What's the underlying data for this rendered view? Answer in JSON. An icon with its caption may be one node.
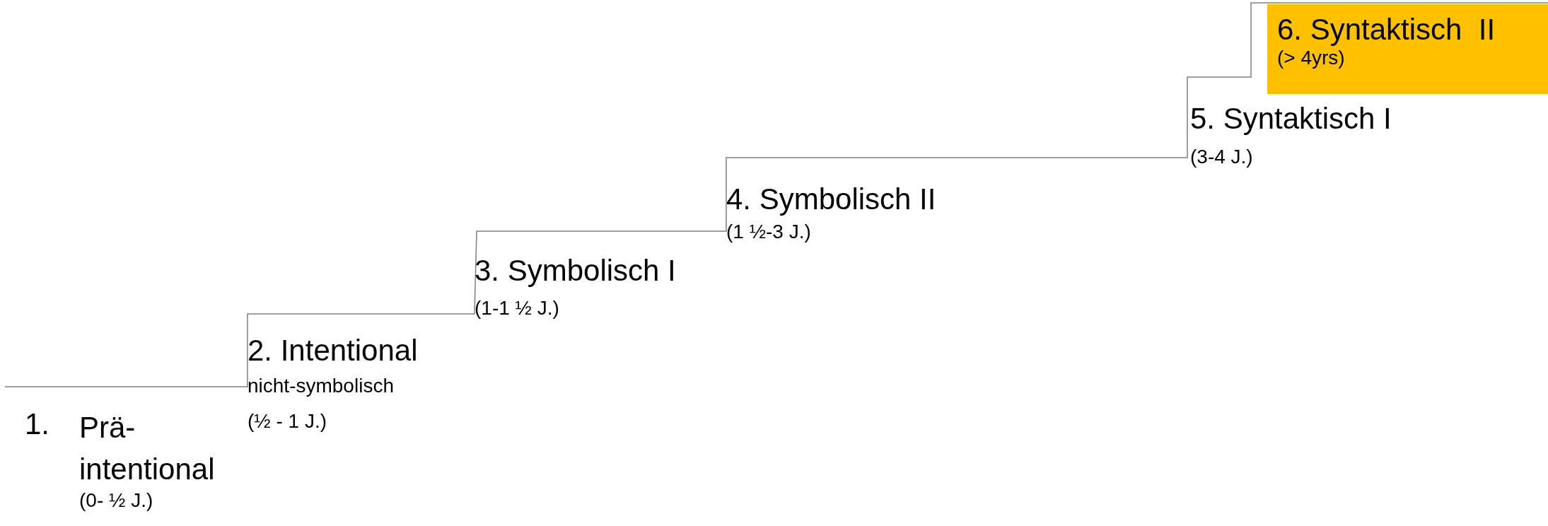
{
  "diagram": {
    "nodes": [
      {
        "text": [
          "6. Syntaktisch  II",
          "(> 4yrs)"
        ]
      }
    ],
    "labels": [
      "1.",
      "Prä- intentional",
      "(0- ½ J.)",
      "2. Intentional",
      "nicht-symbolisch",
      "(½ - 1 J.)",
      "3. Symbolisch I",
      "(1-1 ½ J.)",
      "4. Symbolisch II",
      "(1 ½-3 J.)",
      "5. Syntaktisch I",
      "(3-4 J.)"
    ]
  }
}
